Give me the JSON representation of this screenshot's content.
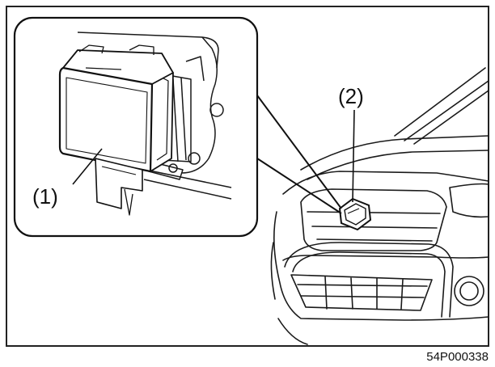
{
  "diagram": {
    "callout_1": "(1)",
    "callout_2": "(2)",
    "figure_code": "54P000338"
  },
  "colors": {
    "line": "#1a1a1a",
    "frame": "#222222",
    "background": "#ffffff"
  }
}
